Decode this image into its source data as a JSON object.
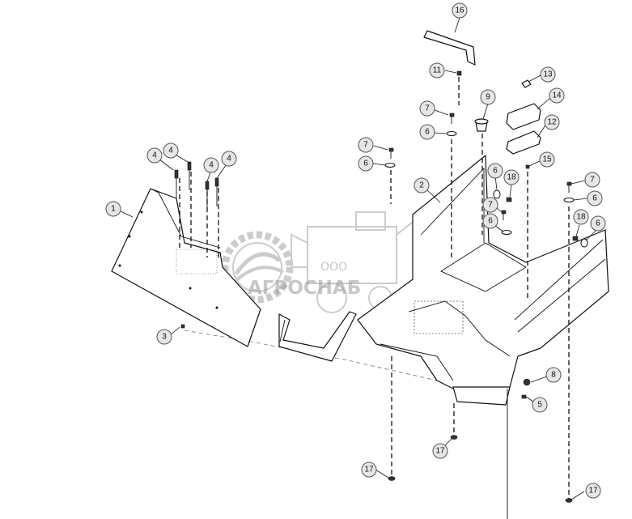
{
  "watermark": {
    "prefix": "ООО",
    "name": "АГРОСНАБ"
  },
  "callouts": [
    {
      "id": "c1",
      "label": "1"
    },
    {
      "id": "c2",
      "label": "2"
    },
    {
      "id": "c3",
      "label": "3"
    },
    {
      "id": "c4a",
      "label": "4"
    },
    {
      "id": "c4b",
      "label": "4"
    },
    {
      "id": "c4c",
      "label": "4"
    },
    {
      "id": "c4d",
      "label": "4"
    },
    {
      "id": "c5",
      "label": "5"
    },
    {
      "id": "c6a",
      "label": "6"
    },
    {
      "id": "c6b",
      "label": "6"
    },
    {
      "id": "c6c",
      "label": "6"
    },
    {
      "id": "c6d",
      "label": "6"
    },
    {
      "id": "c6e",
      "label": "6"
    },
    {
      "id": "c6f",
      "label": "6"
    },
    {
      "id": "c7a",
      "label": "7"
    },
    {
      "id": "c7b",
      "label": "7"
    },
    {
      "id": "c7c",
      "label": "7"
    },
    {
      "id": "c7d",
      "label": "7"
    },
    {
      "id": "c8",
      "label": "8"
    },
    {
      "id": "c9",
      "label": "9"
    },
    {
      "id": "c11",
      "label": "11"
    },
    {
      "id": "c12",
      "label": "12"
    },
    {
      "id": "c13",
      "label": "13"
    },
    {
      "id": "c14",
      "label": "14"
    },
    {
      "id": "c15",
      "label": "15"
    },
    {
      "id": "c16",
      "label": "16"
    },
    {
      "id": "c17a",
      "label": "17"
    },
    {
      "id": "c17b",
      "label": "17"
    },
    {
      "id": "c17c",
      "label": "17"
    },
    {
      "id": "c18a",
      "label": "18"
    },
    {
      "id": "c18b",
      "label": "18"
    }
  ]
}
